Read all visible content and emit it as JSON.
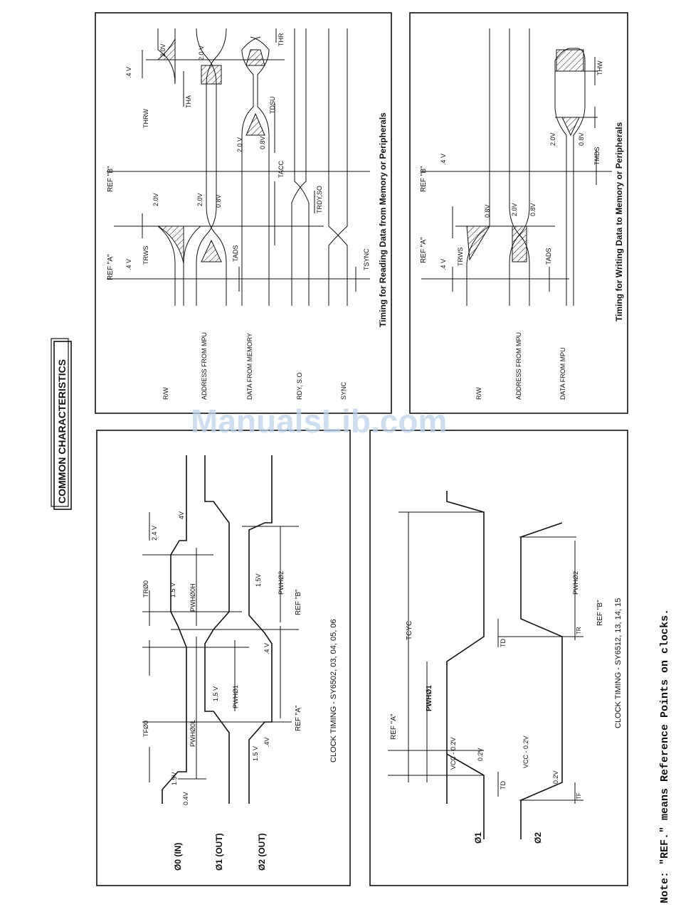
{
  "page_title": "COMMON CHARACTERISTICS",
  "watermark": "ManualsLib.com",
  "note": "Note:  \"REF.\" means Reference Points on clocks.",
  "read_panel": {
    "caption": "Timing for Reading Data from Memory or Peripherals",
    "signals": {
      "rw": "R/W",
      "address": "ADDRESS FROM MPU",
      "data": "DATA FROM MEMORY",
      "rdy": "RDY, S.O",
      "sync": "SYNC"
    },
    "labels": {
      "ref_a": "REF \"A\"",
      "ref_b": "REF \"B\"",
      "v4a": ".4 V",
      "v4b": ".4 V",
      "trws": "TRWS",
      "thrw": "THRW",
      "tha": "THA",
      "tdsu": "TDSU",
      "thr": "THR",
      "tads": "TADS",
      "tacc": "TACC",
      "trdy": "TRDY,SO",
      "tsync": "TSYNC",
      "v20_1": "2.0V",
      "v20_2": "2.0V",
      "v20_3": "2.0 V",
      "v08_1": "0.8V",
      "v20_4": "2.0V",
      "v08_2": "0.8V",
      "v20_5": "2.0 V"
    }
  },
  "write_panel": {
    "caption": "Timing for Writing Data to Memory or Peripherals",
    "signals": {
      "rw": "R/W",
      "address": "ADDRESS FROM MPU",
      "data": "DATA FROM MPU"
    },
    "labels": {
      "ref_a": "REF \"A\"",
      "ref_b": "REF \"B\"",
      "v4a": ".4 V",
      "v4b": ".4 V",
      "trws": "TRWS",
      "tads": "TADS",
      "thw": "THW",
      "tmds": "TMDS",
      "v08_1": "0.8V",
      "v20_1": "2.0V",
      "v08_2": "0.8V",
      "v20_2": "2.0V",
      "v08_3": "0.8V"
    }
  },
  "clock_panel_1": {
    "caption": "CLOCK TIMING - SY6502, 03, 04, 05, 06",
    "signals": {
      "p0": "Ø0 (IN)",
      "p1": "Ø1 (OUT)",
      "p2": "Ø2 (OUT)"
    },
    "labels": {
      "tf": "TFØ0",
      "tr": "TRØ0",
      "pwh0l": "PWHØ0L",
      "pwh0h": "PWHØ0H",
      "pwh1": "PWHØ1",
      "pwh2": "PWHØ2",
      "v24": "2.4 V",
      "v4": "4V",
      "v15a": "1.5V",
      "v15b": "1.5 V",
      "v04": "0.4V",
      "v15c": "1.5 V",
      "v15d": "1.5 V",
      "v15e": "1.5V",
      "v4b": ".4V",
      "v4c": ".4 V",
      "ref_a": "REF \"A\"",
      "ref_b": "REF \"B\""
    }
  },
  "clock_panel_2": {
    "caption": "CLOCK TIMING - SY6512, 13, 14, 15",
    "signals": {
      "p1": "Ø1",
      "p2": "Ø2"
    },
    "labels": {
      "tcyc": "TCYC",
      "pwh1": "PWHØ1",
      "pwh2": "PWHØ2",
      "ref_a": "REF \"A\"",
      "ref_b": "REF \"B\"",
      "vcc1": "VCC - 0.2V",
      "vcc2": "VCC - 0.2V",
      "v02a": "0.2V",
      "v02b": "0.2V",
      "td1": "TD",
      "td2": "TD",
      "tr": "TR",
      "tf": "TF"
    }
  }
}
